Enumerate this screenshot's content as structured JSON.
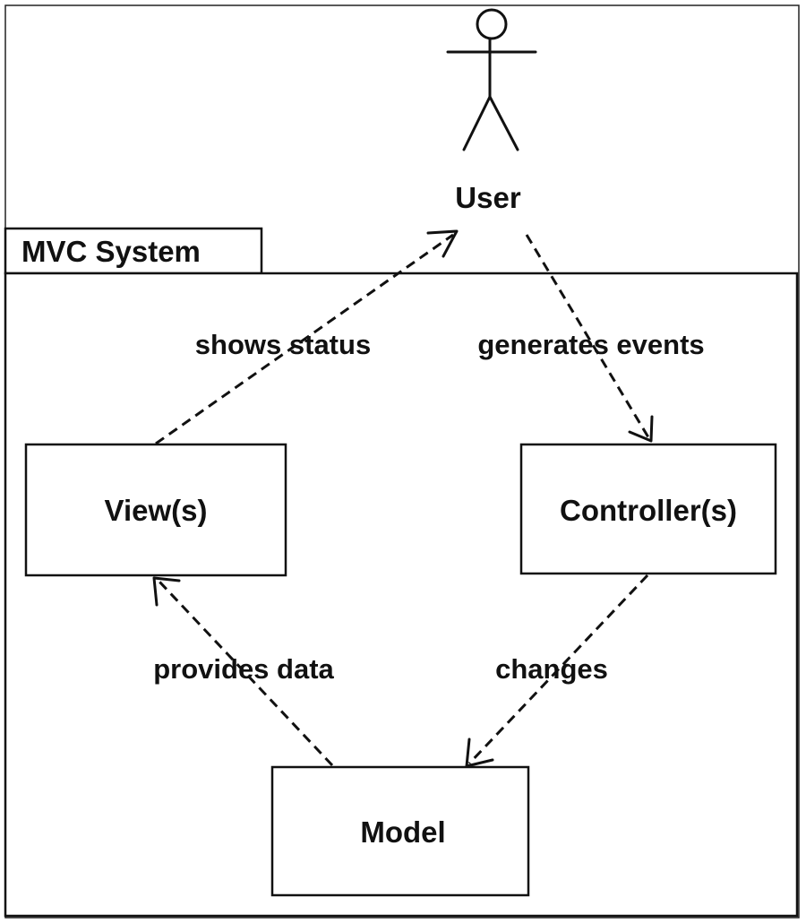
{
  "actor": {
    "label": "User"
  },
  "package": {
    "label": "MVC System"
  },
  "nodes": {
    "view": "View(s)",
    "controller": "Controller(s)",
    "model": "Model"
  },
  "edges": {
    "shows_status": "shows status",
    "generates_events": "generates events",
    "provides_data": "provides data",
    "changes": "changes"
  }
}
